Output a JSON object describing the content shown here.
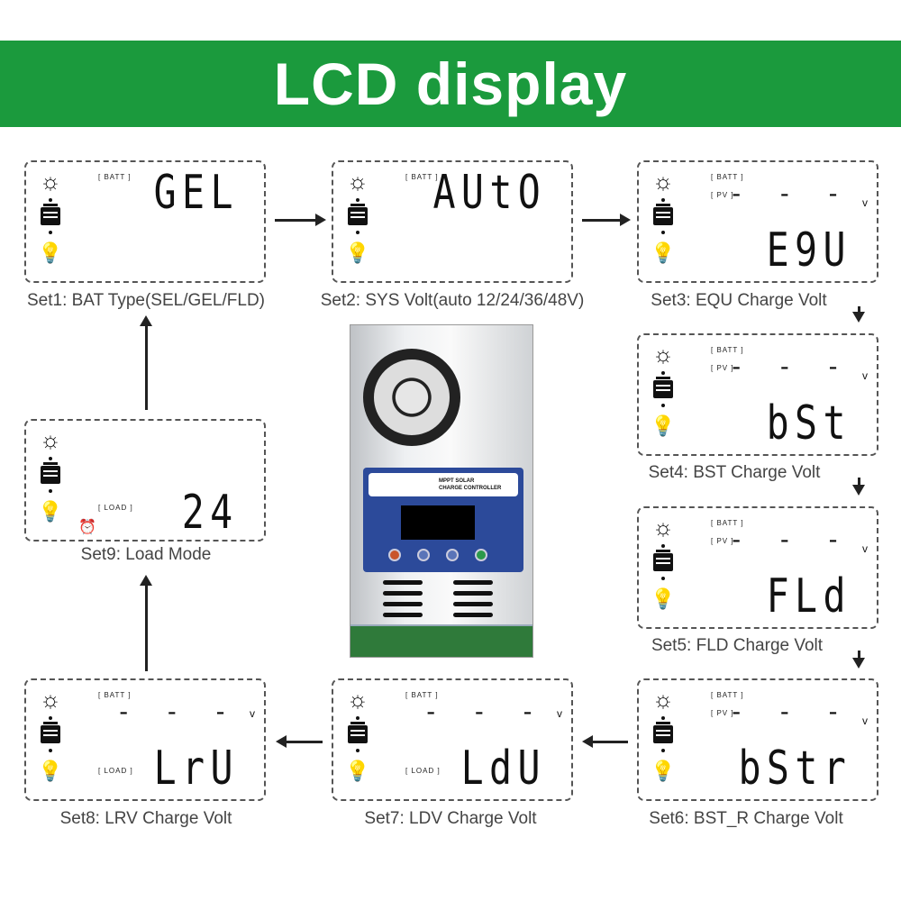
{
  "title": "LCD display",
  "colors": {
    "banner": "#1b9a3d"
  },
  "panels": [
    {
      "id": "set1",
      "tags": {
        "batt": "[ BATT ]"
      },
      "value": "GEL",
      "caption": "Set1: BAT Type(SEL/GEL/FLD)"
    },
    {
      "id": "set2",
      "tags": {
        "batt": "[ BATT ]"
      },
      "value": "AUtO",
      "caption": "Set2: SYS Volt(auto  12/24/36/48V)"
    },
    {
      "id": "set3",
      "tags": {
        "batt": "[ BATT ]",
        "pv": "[  PV  ]"
      },
      "dashes": "- - -",
      "unit": "v",
      "value": "E9U",
      "caption": "Set3: EQU Charge Volt"
    },
    {
      "id": "set4",
      "tags": {
        "batt": "[ BATT ]",
        "pv": "[  PV  ]"
      },
      "dashes": "- - -",
      "unit": "v",
      "value": "bSt",
      "caption": "Set4: BST Charge Volt"
    },
    {
      "id": "set5",
      "tags": {
        "batt": "[ BATT ]",
        "pv": "[  PV  ]"
      },
      "dashes": "- - -",
      "unit": "v",
      "value": "FLd",
      "caption": "Set5: FLD Charge Volt"
    },
    {
      "id": "set6",
      "tags": {
        "batt": "[ BATT ]",
        "pv": "[  PV  ]"
      },
      "dashes": "- - -",
      "unit": "v",
      "value": "bStr",
      "caption": "Set6: BST_R Charge Volt"
    },
    {
      "id": "set7",
      "tags": {
        "batt": "[ BATT ]",
        "load": "[ LOAD ]"
      },
      "dashes": "- - -",
      "unit": "v",
      "value": "LdU",
      "caption": "Set7: LDV Charge Volt"
    },
    {
      "id": "set8",
      "tags": {
        "batt": "[ BATT ]",
        "load": "[ LOAD ]"
      },
      "dashes": "- - -",
      "unit": "v",
      "value": "LrU",
      "caption": "Set8: LRV Charge Volt"
    },
    {
      "id": "set9",
      "tags": {
        "load": "[ LOAD ]"
      },
      "value": "24",
      "caption": "Set9: Load Mode"
    }
  ],
  "device": {
    "label_line1": "MPPT SOLAR",
    "label_line2": "CHARGE CONTROLLER"
  }
}
